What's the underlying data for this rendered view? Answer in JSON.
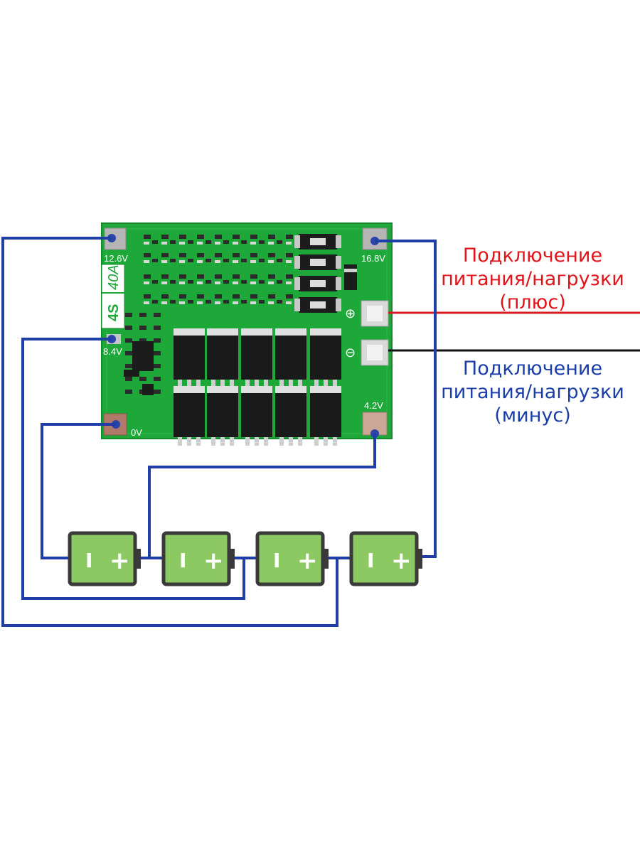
{
  "board": {
    "model": "4S",
    "current": "40A",
    "pad_labels": {
      "b3": "12.6V",
      "bplus": "16.8V",
      "b2": "8.4V",
      "b0": "0V",
      "b1": "4.2V"
    },
    "symbols": {
      "plus": "⊕",
      "minus": "⊖"
    }
  },
  "annotations": {
    "plus": [
      "Подключение",
      "питания/нагрузки",
      "(плюс)"
    ],
    "minus": [
      "Подключение",
      "питания/нагрузки",
      "(минус)"
    ]
  },
  "batteries": [
    {
      "minus": "I",
      "plus": "+"
    },
    {
      "minus": "I",
      "plus": "+"
    },
    {
      "minus": "I",
      "plus": "+"
    },
    {
      "minus": "I",
      "plus": "+"
    }
  ],
  "colors": {
    "pcb": "#1fa83a",
    "wire": "#1f3fa6",
    "plus_wire": "#d81b22",
    "minus_wire": "#111111",
    "battery": "#8cc963",
    "plus_text": "#e0141b",
    "minus_text": "#1a3da8"
  }
}
